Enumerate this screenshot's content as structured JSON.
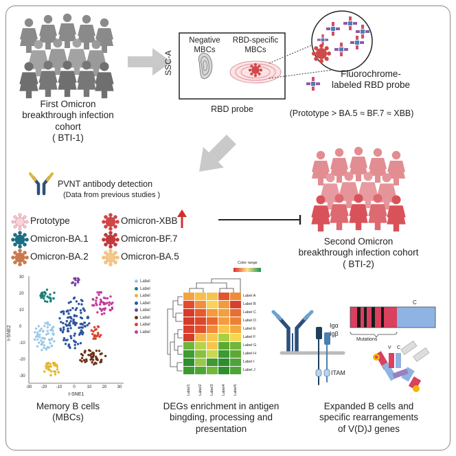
{
  "cohort1": {
    "line1": "First Omicron",
    "line2": "breakthrough infection",
    "line3": "cohort",
    "line4": "( BTI-1)"
  },
  "flow": {
    "y_axis": "SSC-A",
    "negative_line1": "Negative",
    "negative_line2": "MBCs",
    "rbd_line1": "RBD-specific",
    "rbd_line2": "MBCs",
    "x_axis": "RBD probe"
  },
  "probe": {
    "line1": "Fluorochrome-",
    "line2": "labeled RBD probe",
    "ranking": "(Prototype > BA.5 ≈ BF.7 ≈ XBB)"
  },
  "pvnt": {
    "title": "PVNT antibody detection",
    "subtitle": "(Data from previous studies )"
  },
  "variants": [
    "Prototype",
    "Omicron-BA.1",
    "Omicron-BA.2",
    "Omicron-XBB",
    "Omicron-BF.7",
    "Omicron-BA.5"
  ],
  "cohort2": {
    "line1": "Second Omicron",
    "line2": "breakthrough infection cohort",
    "line3": "( BTI-2)"
  },
  "tsne": {
    "xlabel": "t-SNE1",
    "ylabel": "t-SNE2",
    "xticks": [
      "-30",
      "-20",
      "-10",
      "0",
      "10",
      "20",
      "30"
    ],
    "yticks": [
      "30",
      "20",
      "10",
      "0",
      "-10",
      "-20",
      "-30"
    ],
    "legend": [
      "Label",
      "Label",
      "Label",
      "Label",
      "Label",
      "Label",
      "Label",
      "Label"
    ],
    "caption_line1": "Memory B cells",
    "caption_line2": "(MBCs)"
  },
  "heatmap": {
    "color_range": "Color range",
    "rows": [
      "Label A",
      "Label B",
      "Label C",
      "Label D",
      "Label E",
      "Label F",
      "Label G",
      "Label H",
      "Label I",
      "Label J"
    ],
    "cols": [
      "Label1",
      "Label2",
      "Label3",
      "Label4",
      "Label5"
    ],
    "caption_line1": "DEGs enrichment in antigen",
    "caption_line2": "bingding, processing and",
    "caption_line3": "presentation"
  },
  "bcr": {
    "ig_alpha": "Igα",
    "ig_beta": "Igβ",
    "itam": "ITAM",
    "mutations": "Mutations",
    "c_label": "C",
    "v_label": "V",
    "c2_label": "C",
    "caption_line1": "Expanded B cells and",
    "caption_line2": "specific rearrangements",
    "caption_line3": "of V(D)J genes"
  },
  "colors": {
    "people_gray": "#8a8a8a",
    "people_pink": "#e28d92",
    "arrow_gray": "#c9c9c9",
    "up_arrow_red": "#d0302f",
    "prototype": "#f3c1c8",
    "ba1": "#1d6e83",
    "ba2": "#c97a50",
    "xbb": "#cf4747",
    "bf7": "#c0393d",
    "ba5": "#f0bf7e"
  }
}
